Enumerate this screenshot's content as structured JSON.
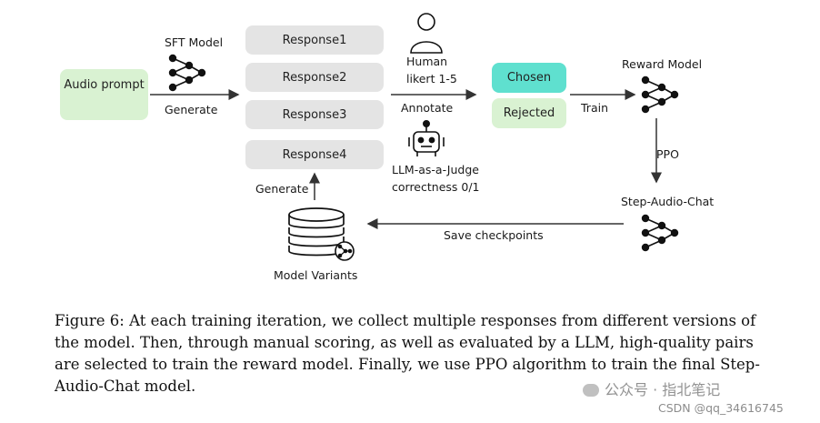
{
  "nodes": {
    "audio_prompt": "Audio prompt",
    "sft_model": "SFT Model",
    "generate_top": "Generate",
    "responses": [
      "Response1",
      "Response2",
      "Response3",
      "Response4"
    ],
    "human": "Human",
    "likert": "likert 1-5",
    "annotate": "Annotate",
    "llm_judge": "LLM-as-a-Judge",
    "correctness": "correctness 0/1",
    "chosen": "Chosen",
    "rejected": "Rejected",
    "train": "Train",
    "reward_model": "Reward Model",
    "ppo": "PPO",
    "step_audio_chat": "Step-Audio-Chat",
    "save_checkpoints": "Save checkpoints",
    "generate_bottom": "Generate",
    "model_variants": "Model Variants"
  },
  "colors": {
    "audio_prompt_bg": "#d9f2d2",
    "response_bg": "#e4e4e4",
    "chosen_bg": "#5fe0cf",
    "rejected_bg": "#d9f2d2",
    "arrow": "#333333"
  },
  "caption": "Figure 6: At each training iteration, we collect multiple responses from different versions of the model. Then, through manual scoring, as well as evaluated by a LLM, high-quality pairs are selected to train the reward model. Finally, we use PPO algorithm to train the final Step-Audio-Chat model.",
  "watermark": {
    "channel": "公众号 · 指北笔记",
    "csdn": "CSDN @qq_34616745"
  }
}
